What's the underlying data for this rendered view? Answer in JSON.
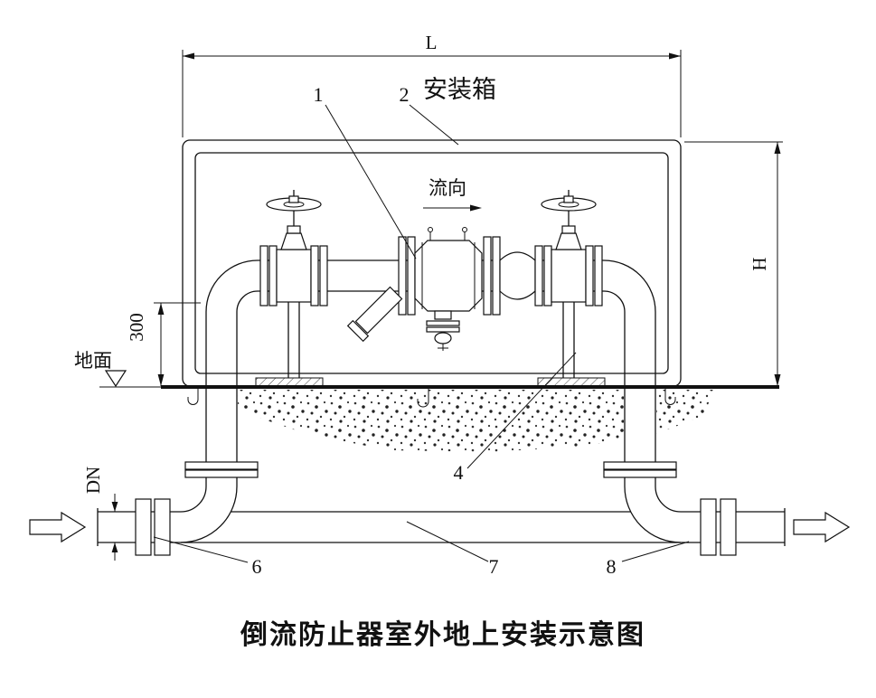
{
  "title": "倒流防止器室外地上安装示意图",
  "labels": {
    "box": "安装箱",
    "flow": "流向",
    "ground": "地面"
  },
  "dimensions": {
    "length": "L",
    "height": "H",
    "clearance": "300",
    "diameter": "DN"
  },
  "callouts": {
    "n1": "1",
    "n2": "2",
    "n4": "4",
    "n6": "6",
    "n7": "7",
    "n8": "8"
  },
  "colors": {
    "line": "#111111",
    "label_red": "#d40000",
    "title_red": "#8b0d0d"
  }
}
